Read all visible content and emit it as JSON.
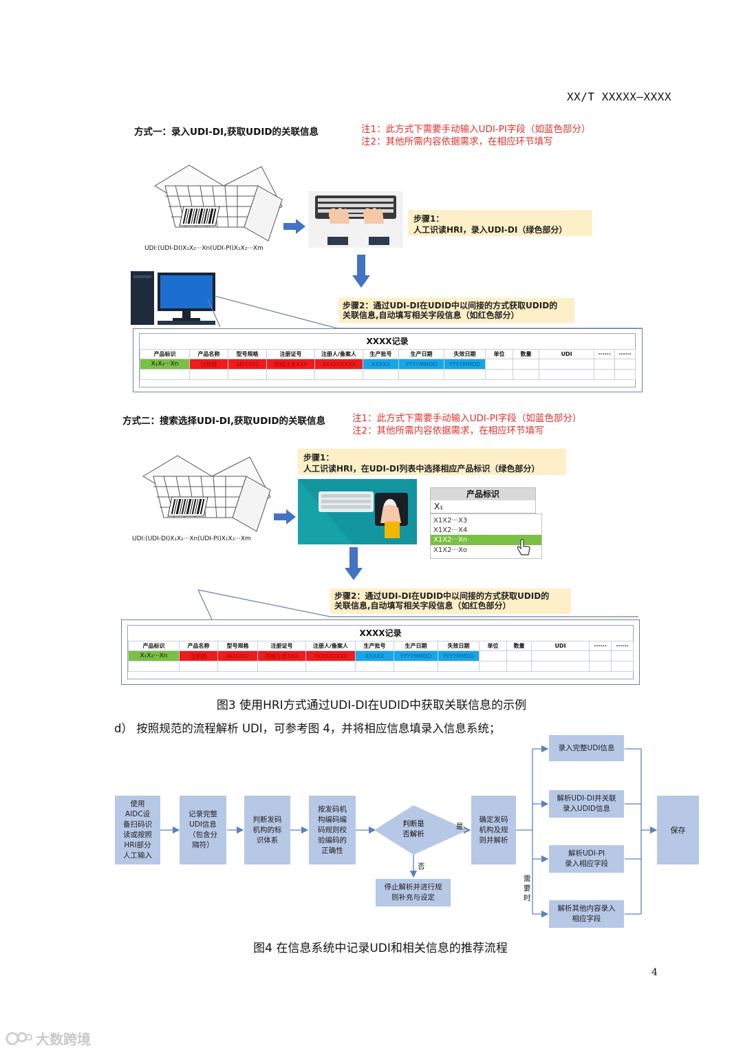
{
  "header": {
    "doc_code": "XX/T XXXXX—XXXX"
  },
  "method1": {
    "title": "方式一：录入UDI-DI,获取UDID的关联信息",
    "note1": "注1：此方式下需要手动输入UDI-PI字段（如蓝色部分）",
    "note2": "注2：其他所需内容依据需求，在相应环节填写",
    "udi_label": "UDI:(UDI-DI)X₁X₂···Xn(UDI-PI)X₁X₂···Xm",
    "step1_title": "步骤1：",
    "step1_text": "人工识读HRI，录入UDI-DI（绿色部分）",
    "step2_line1": "步骤2：通过UDI-DI在UDID中以间接的方式获取UDID的",
    "step2_line2": "关联信息,自动填写相关字段信息（如红色部分）"
  },
  "method2": {
    "title": "方式二：搜索选择UDI-DI,获取UDID的关联信息",
    "note1": "注1：此方式下需要手动输入UDI-PI字段（如蓝色部分）",
    "note2": "注2：其他所需内容依据需求，在相应环节填写",
    "udi_label": "UDI:(UDI-DI)X₁X₂···Xn(UDI-PI)X₁X₂···Xm",
    "step1_title": "步骤1：",
    "step1_text": "人工识读HRI，在UDI-DI列表中选择相应产品标识（绿色部分）",
    "step2_line1": "步骤2：通过UDI-DI在UDID中以间接的方式获取UDID的",
    "step2_line2": "关联信息,自动填写相关字段信息（如红色部分）",
    "list_title": "产品标识",
    "list_input": "X₁",
    "list_items": [
      "X1X2···X3",
      "X1X2···X4",
      "X1X2···Xn",
      "X1X2···Xo"
    ]
  },
  "record": {
    "title": "XXXX记录",
    "headers": [
      "产品标识",
      "产品名称",
      "型号规格",
      "注册证号",
      "注册人/备案人",
      "生产批号",
      "生产日期",
      "失效日期",
      "单位",
      "数量",
      "UDI",
      "······",
      "······"
    ],
    "row": [
      "X₁X₂···Xn",
      "注射器",
      "AKI1002",
      "国械注准XXX",
      "XXXXXXXXX",
      "XXXXX",
      "YYYYMMDD",
      "YYYYMMDD",
      "",
      "",
      "",
      "",
      ""
    ]
  },
  "fig3_caption": "图3  使用HRI方式通过UDI-DI在UDID中获取关联信息的示例",
  "para_d": "d） 按照规范的流程解析 UDI，可参考图 4，并将相应信息填录入信息系统；",
  "flow": {
    "box1": "使用\nAIDC设\n备扫码识\n读或按照\nHRI部分\n人工输入",
    "box2": "记录完整\nUDI信息\n（包含分\n隔符）",
    "box3": "判断发码\n机构的标\n识体系",
    "box4": "按发码机\n构编码编\n码规则校\n验编码的\n正确性",
    "diamond": "判断是\n否解析",
    "yes": "是",
    "no": "否",
    "stop": "停止解析并进行规\n则补充与设定",
    "box5": "确定发码\n机构及规\n则并解析",
    "opt1": "录入完整UDI信息",
    "opt2": "解析UDI-DI并关联\n录入UDID信息",
    "opt3": "解析UDI-PI\n录入相应字段",
    "opt4": "解析其他内容录入\n相应字段",
    "need": "需\n要\n时",
    "save": "保存"
  },
  "fig4_caption": "图4  在信息系统中记录UDI和相关信息的推荐流程",
  "page_number": "4",
  "watermark": "大数跨境"
}
